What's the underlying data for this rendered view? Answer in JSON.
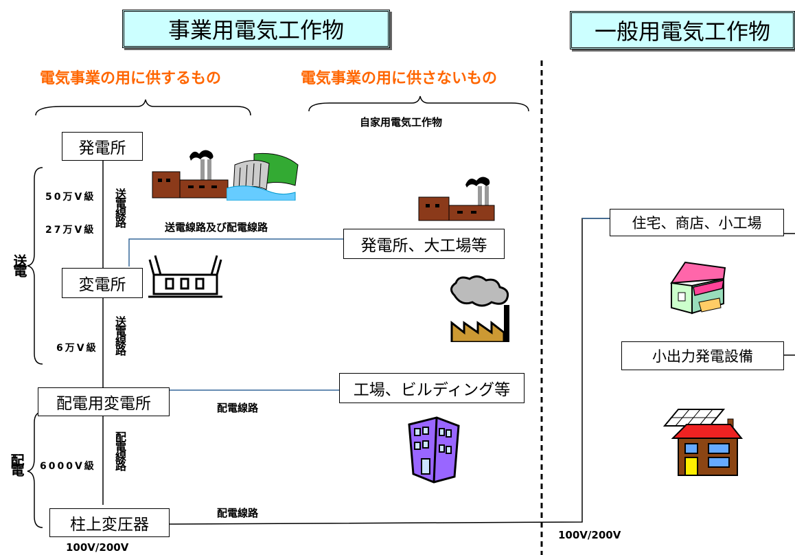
{
  "titles": {
    "business": "事業用電気工作物",
    "general": "一般用電気工作物"
  },
  "headings": {
    "for_utility": "電気事業の用に供するもの",
    "not_for_utility": "電気事業の用に供さないもの",
    "private_use": "自家用電気工作物"
  },
  "nodes": {
    "power_plant": "発電所",
    "substation": "変電所",
    "distribution_substation": "配電用変電所",
    "pole_transformer": "柱上変圧器",
    "plant_factory": "発電所、大工場等",
    "factory_building": "工場、ビルディング等",
    "residence": "住宅、商店、小工場",
    "small_generation": "小出力発電設備"
  },
  "voltages": {
    "v500k": "50万V級",
    "v270k": "27万V級",
    "v60k": "6万V級",
    "v6000": "6000V級",
    "low_left": "100V/200V",
    "low_right": "100V/200V"
  },
  "line_labels": {
    "transmission_1": "送電線路",
    "transmission_2": "送電線路",
    "distribution_vertical": "配電線路",
    "trans_and_dist": "送電線路及び配電線路",
    "distribution_1": "配電線路",
    "distribution_2": "配電線路"
  },
  "side_labels": {
    "transmission": "送電",
    "distribution": "配電"
  },
  "icons": [
    "factory-icon",
    "dam-icon",
    "substation-icon",
    "pollution-factory-icon",
    "office-building-icon",
    "shop-icon",
    "solar-house-icon"
  ],
  "colors": {
    "title_bg": "#ccffff",
    "heading": "#ff6600",
    "connector": "#336699"
  }
}
